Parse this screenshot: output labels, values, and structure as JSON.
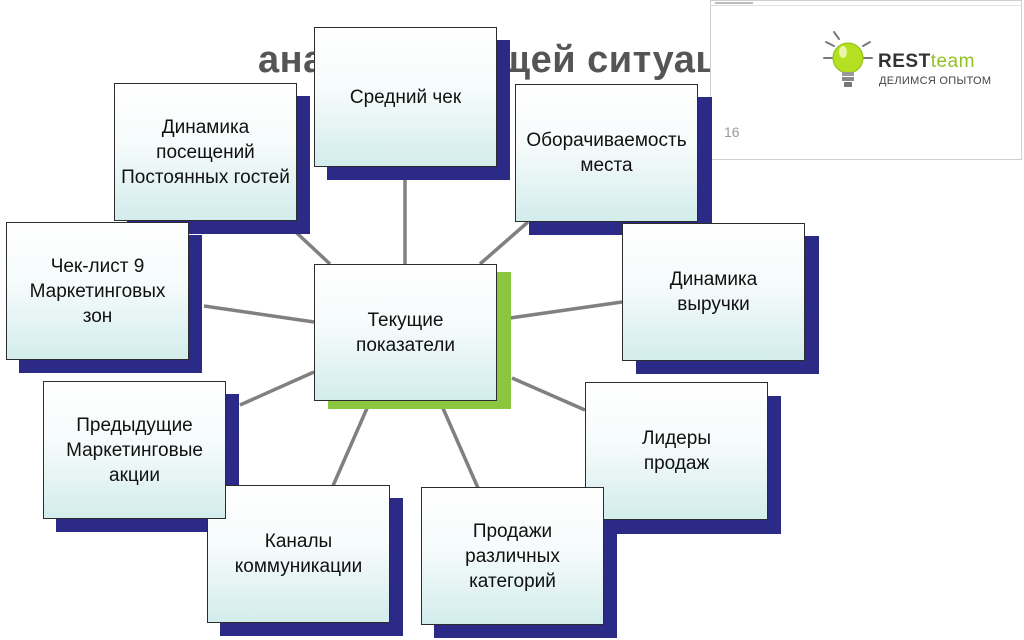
{
  "title": {
    "left": "ана",
    "right": "щей ситуации"
  },
  "logo": {
    "brand_main": "REST",
    "brand_accent": "team",
    "tagline": "ДЕЛИМСЯ ОПЫТОМ"
  },
  "page_number": "16",
  "center": {
    "label": "Текущие\nпоказатели"
  },
  "nodes": [
    {
      "id": "avg-check",
      "label": "Средний чек"
    },
    {
      "id": "turnover",
      "label": "Оборачиваемость\nместа"
    },
    {
      "id": "revenue-dynamics",
      "label": "Динамика\nвыручки"
    },
    {
      "id": "top-sellers",
      "label": "Лидеры\nпродаж"
    },
    {
      "id": "category-sales",
      "label": "Продажи\nразличных\nкатегорий"
    },
    {
      "id": "channels",
      "label": "Каналы\nкоммуникации"
    },
    {
      "id": "prev-promos",
      "label": "Предыдущие\nМаркетинговые\nакции"
    },
    {
      "id": "checklist",
      "label": "Чек-лист 9\nМаркетинговых\nзон"
    },
    {
      "id": "regular-guests",
      "label": "Динамика\nпосещений\nПостоянных гостей"
    }
  ],
  "colors": {
    "shadow": "#2b2a86",
    "center_shadow": "#8cc63f",
    "connector": "#808080",
    "box_end": "#d3ecec"
  }
}
